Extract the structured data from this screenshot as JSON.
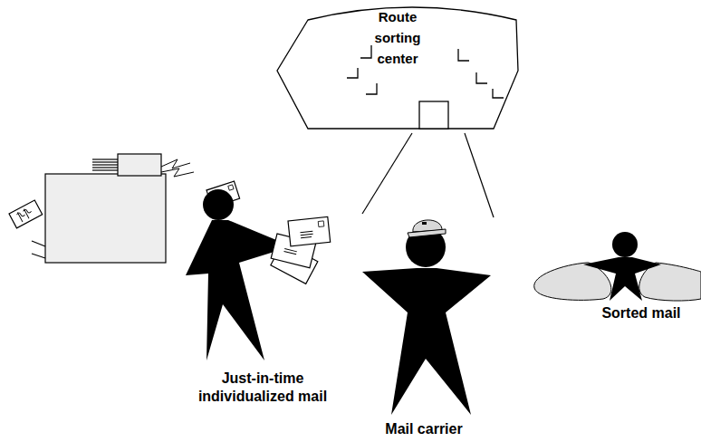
{
  "diagram": {
    "nodes": [
      {
        "text": [
          "Route sorting center"
        ]
      }
    ],
    "labels": [
      "Just-in-time individualized mail",
      "Mail carrier",
      "Sorted mail"
    ]
  }
}
